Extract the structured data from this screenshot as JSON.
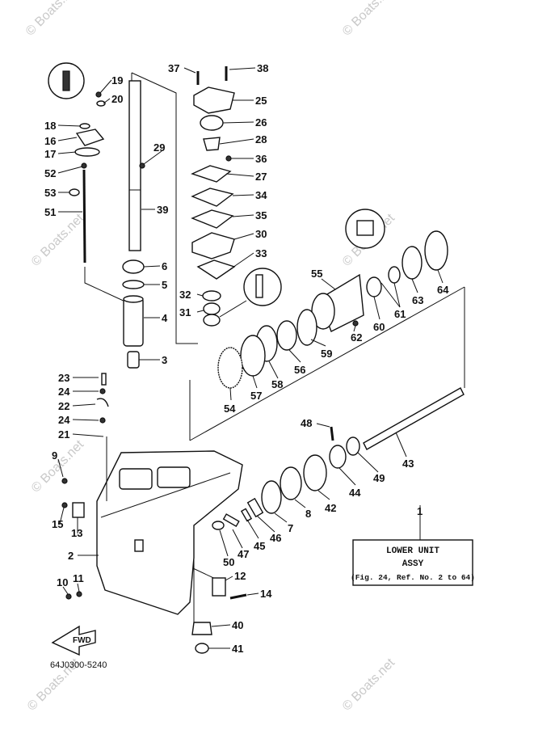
{
  "watermark": "© Boats.net",
  "diagram_code": "64J0300-5240",
  "fwd_label": "FWD",
  "assy_box": {
    "line1": "LOWER UNIT",
    "line2": "ASSY",
    "line3": "(Fig. 24, Ref. No. 2 to 64)"
  },
  "callouts": {
    "c1": "1",
    "c2": "2",
    "c3": "3",
    "c4": "4",
    "c5": "5",
    "c6": "6",
    "c7": "7",
    "c8": "8",
    "c9": "9",
    "c10": "10",
    "c11": "11",
    "c12": "12",
    "c13": "13",
    "c14": "14",
    "c15": "15",
    "c16": "16",
    "c17": "17",
    "c18": "18",
    "c19": "19",
    "c20": "20",
    "c21": "21",
    "c22": "22",
    "c23": "23",
    "c24a": "24",
    "c24b": "24",
    "c25": "25",
    "c26": "26",
    "c27": "27",
    "c28": "28",
    "c29": "29",
    "c30": "30",
    "c31": "31",
    "c32": "32",
    "c33": "33",
    "c34": "34",
    "c35": "35",
    "c36": "36",
    "c37": "37",
    "c38": "38",
    "c39": "39",
    "c40": "40",
    "c41": "41",
    "c42": "42",
    "c43": "43",
    "c44": "44",
    "c45": "45",
    "c46": "46",
    "c47": "47",
    "c48": "48",
    "c49": "49",
    "c50": "50",
    "c51": "51",
    "c52": "52",
    "c53": "53",
    "c54": "54",
    "c55": "55",
    "c56": "56",
    "c57": "57",
    "c58": "58",
    "c59": "59",
    "c60": "60",
    "c61": "61",
    "c62": "62",
    "c63": "63",
    "c64": "64"
  }
}
